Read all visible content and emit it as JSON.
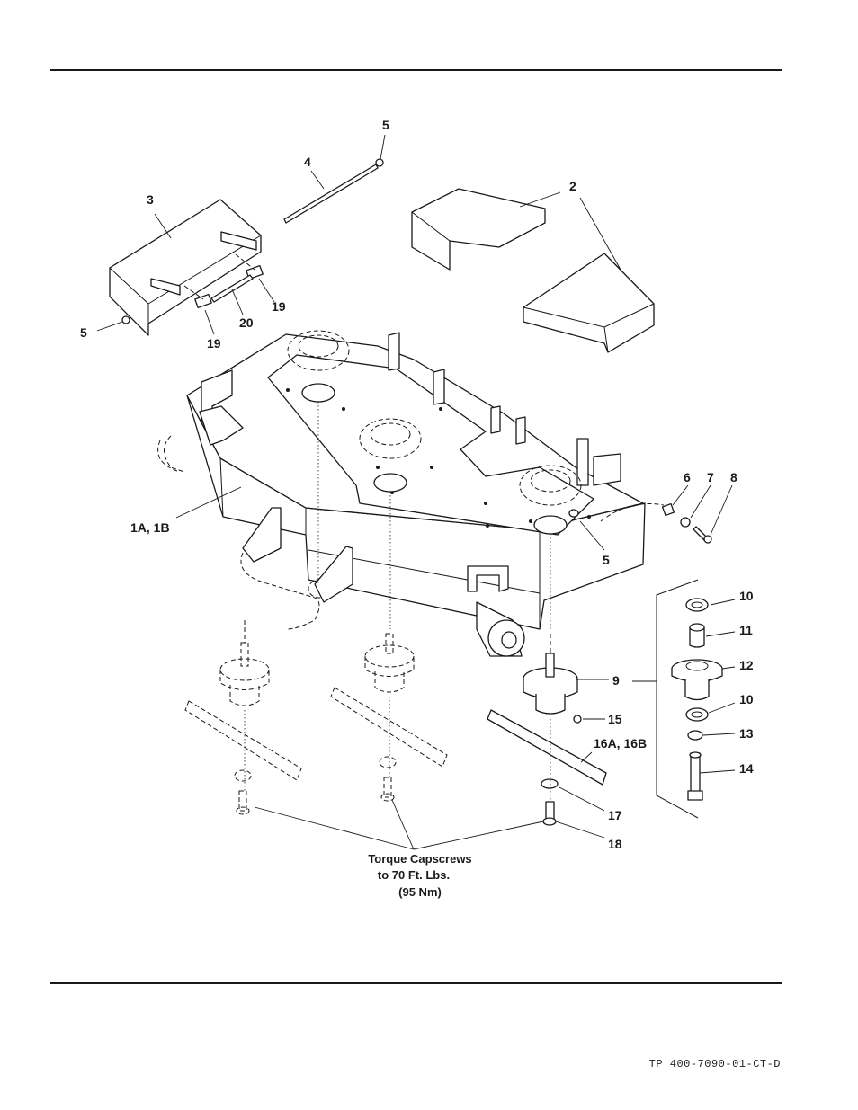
{
  "callouts": {
    "c1": "1A, 1B",
    "c2": "2",
    "c3": "3",
    "c4": "4",
    "c5a": "5",
    "c5b": "5",
    "c5c": "5",
    "c6": "6",
    "c7": "7",
    "c8": "8",
    "c9": "9",
    "c10a": "10",
    "c10b": "10",
    "c11": "11",
    "c12": "12",
    "c13": "13",
    "c14": "14",
    "c15": "15",
    "c16": "16A, 16B",
    "c17": "17",
    "c18": "18",
    "c19a": "19",
    "c19b": "19",
    "c20": "20"
  },
  "torque_note": {
    "line1": "Torque Capscrews",
    "line2": "to 70 Ft. Lbs.",
    "line3": "(95 Nm)"
  },
  "footer": {
    "doc_number": "TP 400-7090-01-CT-D"
  }
}
